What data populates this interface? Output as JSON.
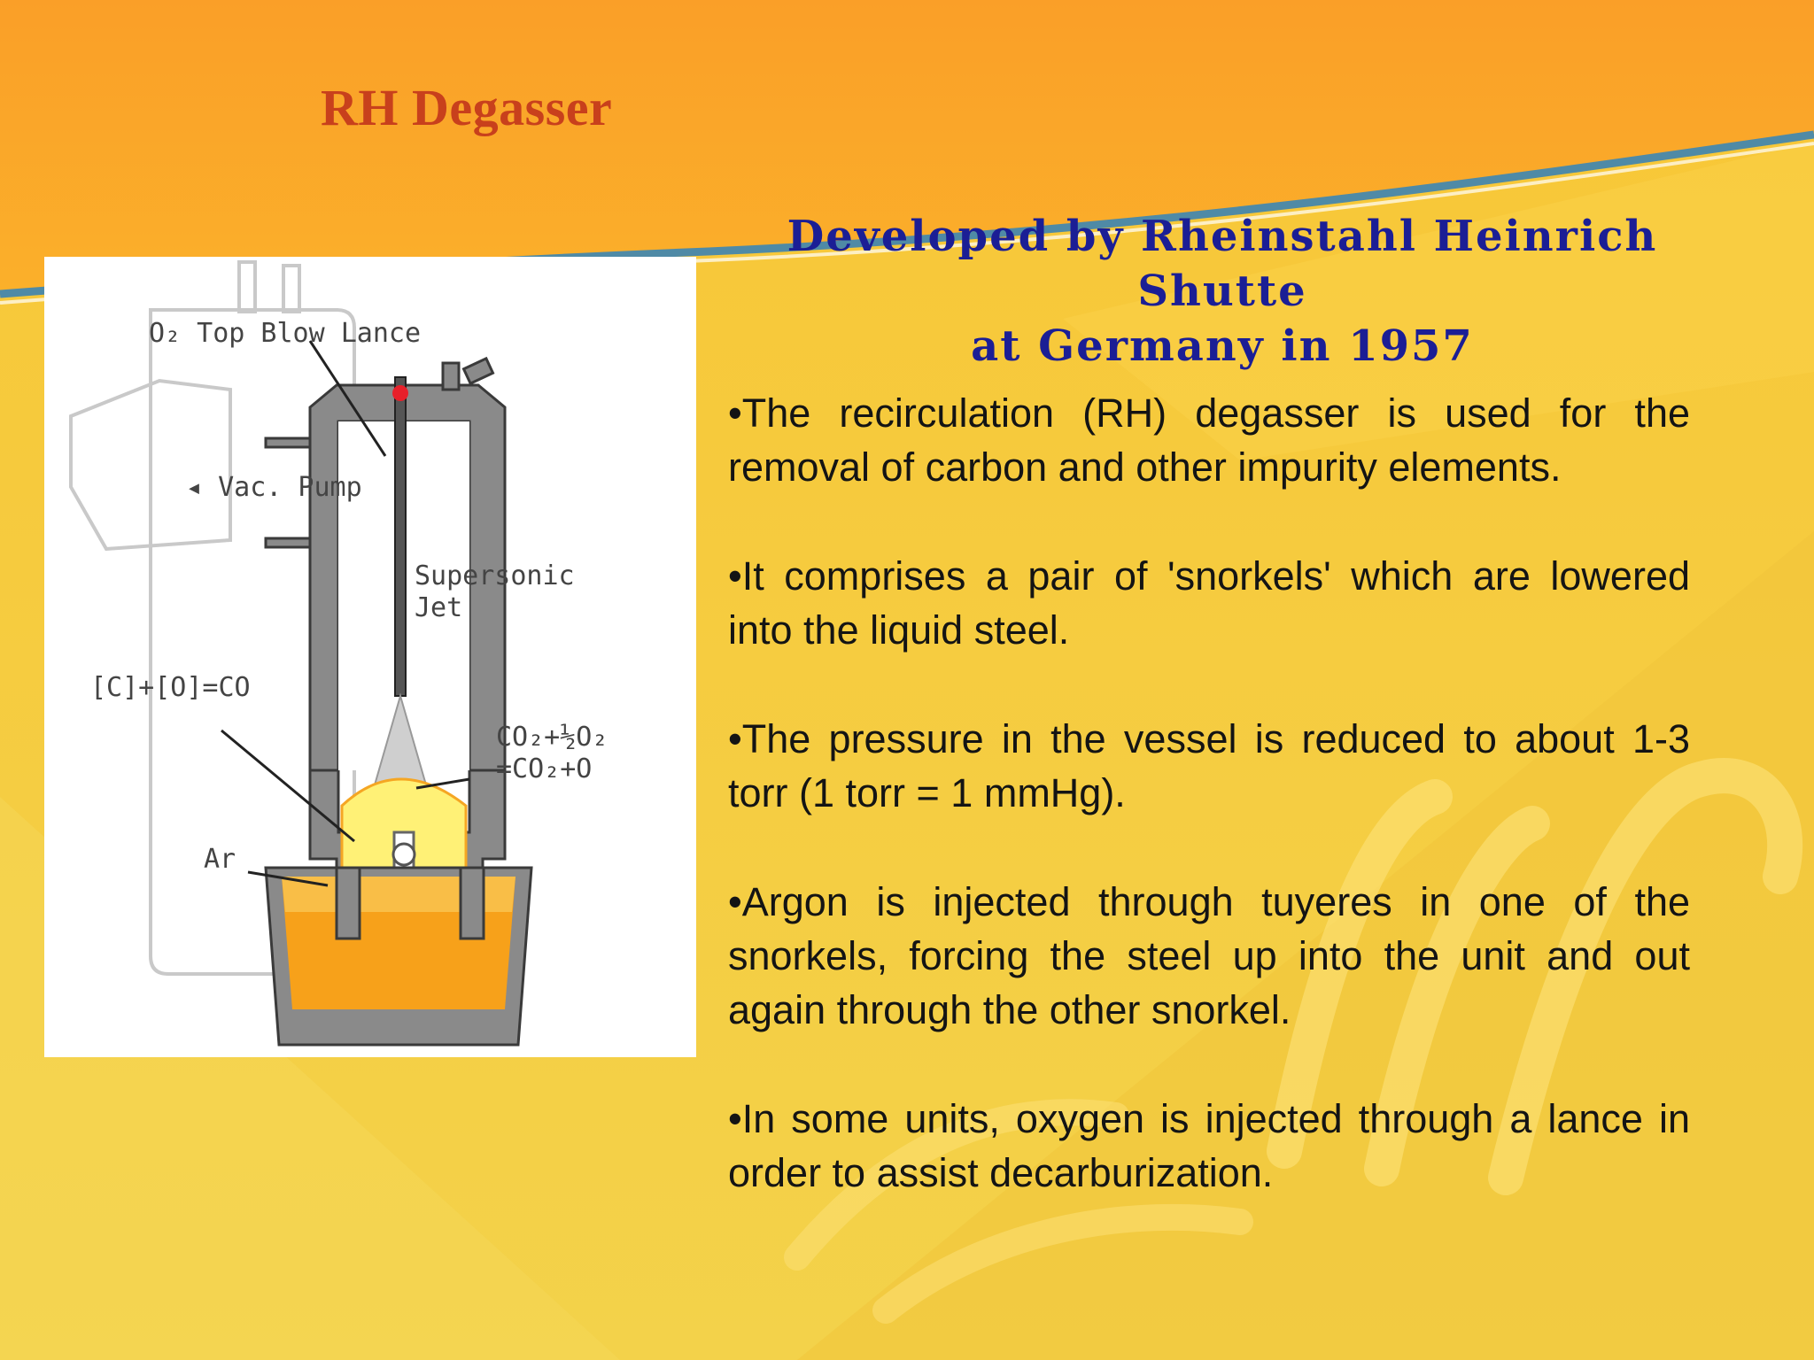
{
  "slide": {
    "title": "RH Degasser",
    "subtitle": {
      "line1": "Developed by Rheinstahl Heinrich Shutte",
      "line2": "at Germany in 1957"
    },
    "bullets": [
      "•The recirculation (RH) degasser is used for the removal of carbon and other impurity elements.",
      "•It comprises a pair of 'snorkels' which are lowered into the liquid steel.",
      "•The pressure in the vessel is reduced to about 1-3 torr (1 torr = 1 mmHg).",
      "•Argon is injected through tuyeres in one of the snorkels, forcing the steel up into the unit and out again through the other snorkel.",
      "•In some units, oxygen is injected through a lance in order to assist decarburization."
    ]
  },
  "diagram": {
    "labels": {
      "lance": "O₂ Top Blow Lance",
      "pump": "◂ Vac. Pump",
      "jet_line1": "Supersonic",
      "jet_line2": "Jet",
      "reaction": "[C]+[O]=CO",
      "co2_line1": "CO₂+½O₂",
      "co2_line2": "=CO₂+O",
      "argon": "Ar"
    }
  },
  "colors": {
    "title": "#c8401c",
    "subtitle": "#1b1e95",
    "background_top": "#f9a42a",
    "background_bottom": "#f5cf3f",
    "steel": "#f7a11a"
  }
}
